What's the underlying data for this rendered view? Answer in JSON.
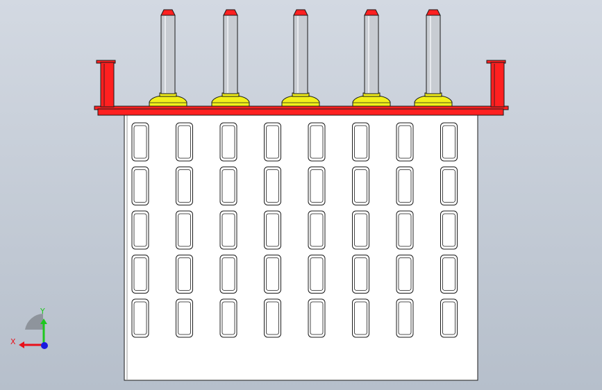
{
  "viewport": {
    "background_top": "#d3d9e2",
    "background_bottom": "#b6bfcb"
  },
  "model": {
    "outline_color": "#1a1a1a",
    "tank_fill": "#ffffff",
    "cover_color": "#ff2020",
    "post_color": "#c8ccd2",
    "post_tip_color": "#ff2020",
    "insulator_base_color": "#f2f01a",
    "slot_rows": 5,
    "slot_columns": 8,
    "post_count": 5
  },
  "triad": {
    "x_label": "X",
    "y_label": "Y",
    "x_color": "#e8101a",
    "y_color": "#1ec81e",
    "z_color": "#1a1ae0"
  }
}
